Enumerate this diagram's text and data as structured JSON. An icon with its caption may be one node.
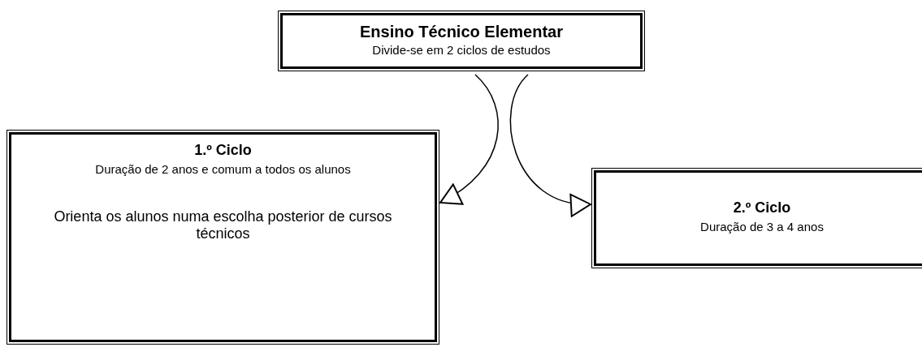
{
  "diagram": {
    "nodes": [
      {
        "text": [
          "Ensino Técnico Elementar",
          "Divide-se em 2 ciclos de estudos"
        ]
      },
      {
        "text": [
          "1.º Ciclo",
          "Duração de 2 anos e comum a todos os alunos",
          "Orienta os alunos numa escolha posterior de cursos técnicos"
        ]
      },
      {
        "text": [
          "2.º Ciclo",
          "Duração de 3 a 4 anos"
        ]
      }
    ],
    "edges": [
      {
        "from": 0,
        "to": 1,
        "arrow": "to"
      },
      {
        "from": 0,
        "to": 2,
        "arrow": "to"
      }
    ]
  }
}
